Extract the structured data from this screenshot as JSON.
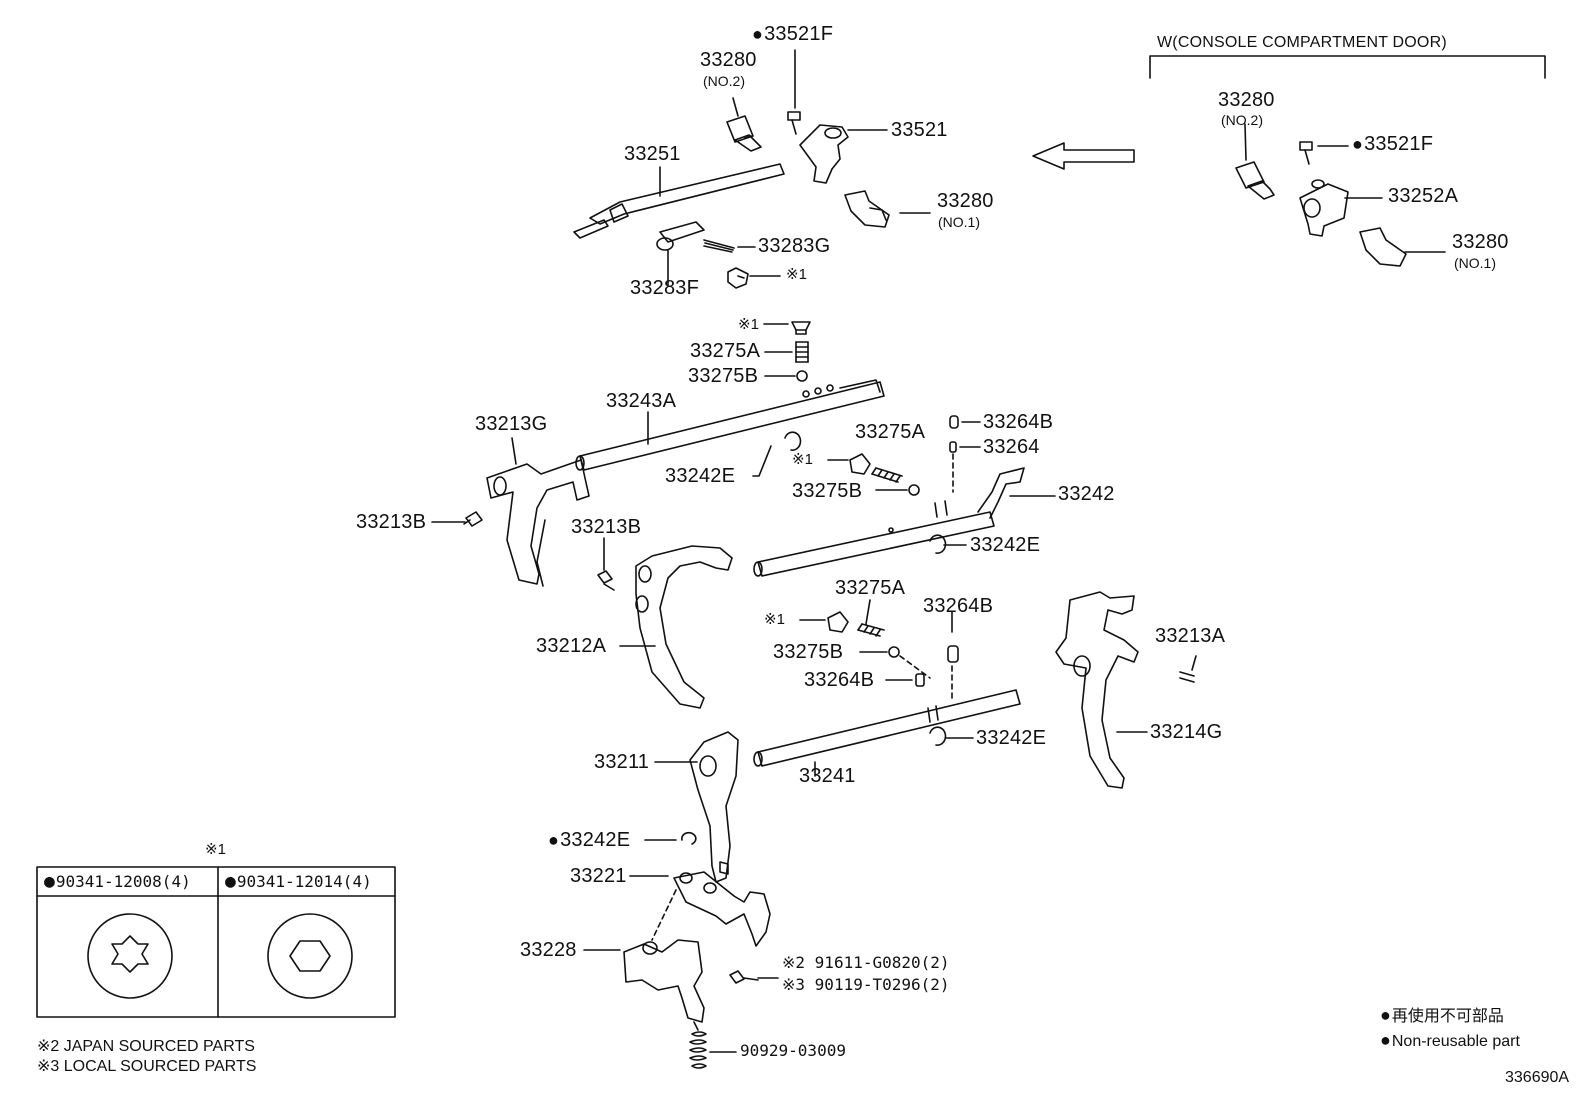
{
  "variant_header": "W(CONSOLE COMPARTMENT DOOR)",
  "parts": {
    "p33521F_top": "33521F",
    "p33280_top": "33280",
    "p33280_top_sub": "(NO.2)",
    "p33521": "33521",
    "p33251": "33251",
    "p33280_mid": "33280",
    "p33280_mid_sub": "(NO.1)",
    "p33283G": "33283G",
    "p33283F": "33283F",
    "note1_a": "※1",
    "r33280_a": "33280",
    "r33280_a_sub": "(NO.2)",
    "r33521F": "33521F",
    "r33252A": "33252A",
    "r33280_b": "33280",
    "r33280_b_sub": "(NO.1)",
    "note1_b": "※1",
    "p33275A_a": "33275A",
    "p33275B_a": "33275B",
    "p33243A": "33243A",
    "p33213G": "33213G",
    "p33242E_a": "33242E",
    "p33275A_b": "33275A",
    "p33264B_a": "33264B",
    "p33264": "33264",
    "note1_c": "※1",
    "p33275B_b": "33275B",
    "p33242": "33242",
    "p33213B_a": "33213B",
    "p33213B_b": "33213B",
    "p33242E_b": "33242E",
    "p33275A_c": "33275A",
    "note1_d": "※1",
    "p33264B_b": "33264B",
    "p33212A": "33212A",
    "p33275B_c": "33275B",
    "p33213A": "33213A",
    "p33264B_c": "33264B",
    "p33242E_c": "33242E",
    "p33214G": "33214G",
    "p33211": "33211",
    "p33241": "33241",
    "p33242E_d": "33242E",
    "p33221": "33221",
    "p33228": "33228",
    "p91611": "※2 91611-G0820(2)",
    "p90119": "※3 90119-T0296(2)",
    "p90929": "90929-03009"
  },
  "inset": {
    "title": "※1",
    "col1": "90341-12008(4)",
    "col2": "90341-12014(4)"
  },
  "footnotes": {
    "note2": "※2 JAPAN SOURCED PARTS",
    "note3": "※3 LOCAL SOURCED PARTS"
  },
  "legend": {
    "jp": "再使用不可部品",
    "en": "Non-reusable part"
  },
  "diagram_id": "336690A"
}
